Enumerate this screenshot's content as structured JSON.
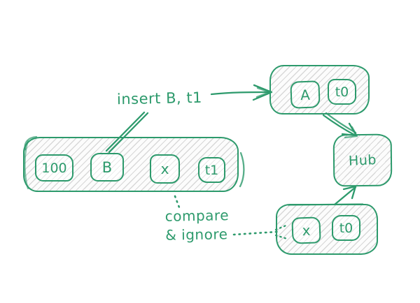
{
  "style": {
    "stroke_color": "#2d9a6c",
    "hatch_color": "#d8d8d8",
    "cell_hatch_color": "#e7e7e7",
    "background": "#ffffff"
  },
  "annotations": {
    "insert_label": "insert B, t1",
    "compare_label_line1": "compare",
    "compare_label_line2": "& ignore"
  },
  "nodes": {
    "left_record": {
      "cells": [
        "100",
        "B",
        "x",
        "t1"
      ]
    },
    "top_record": {
      "cells": [
        "A",
        "t0"
      ]
    },
    "hub": {
      "label": "Hub"
    },
    "bottom_record": {
      "cells": [
        "x",
        "t0"
      ]
    }
  }
}
